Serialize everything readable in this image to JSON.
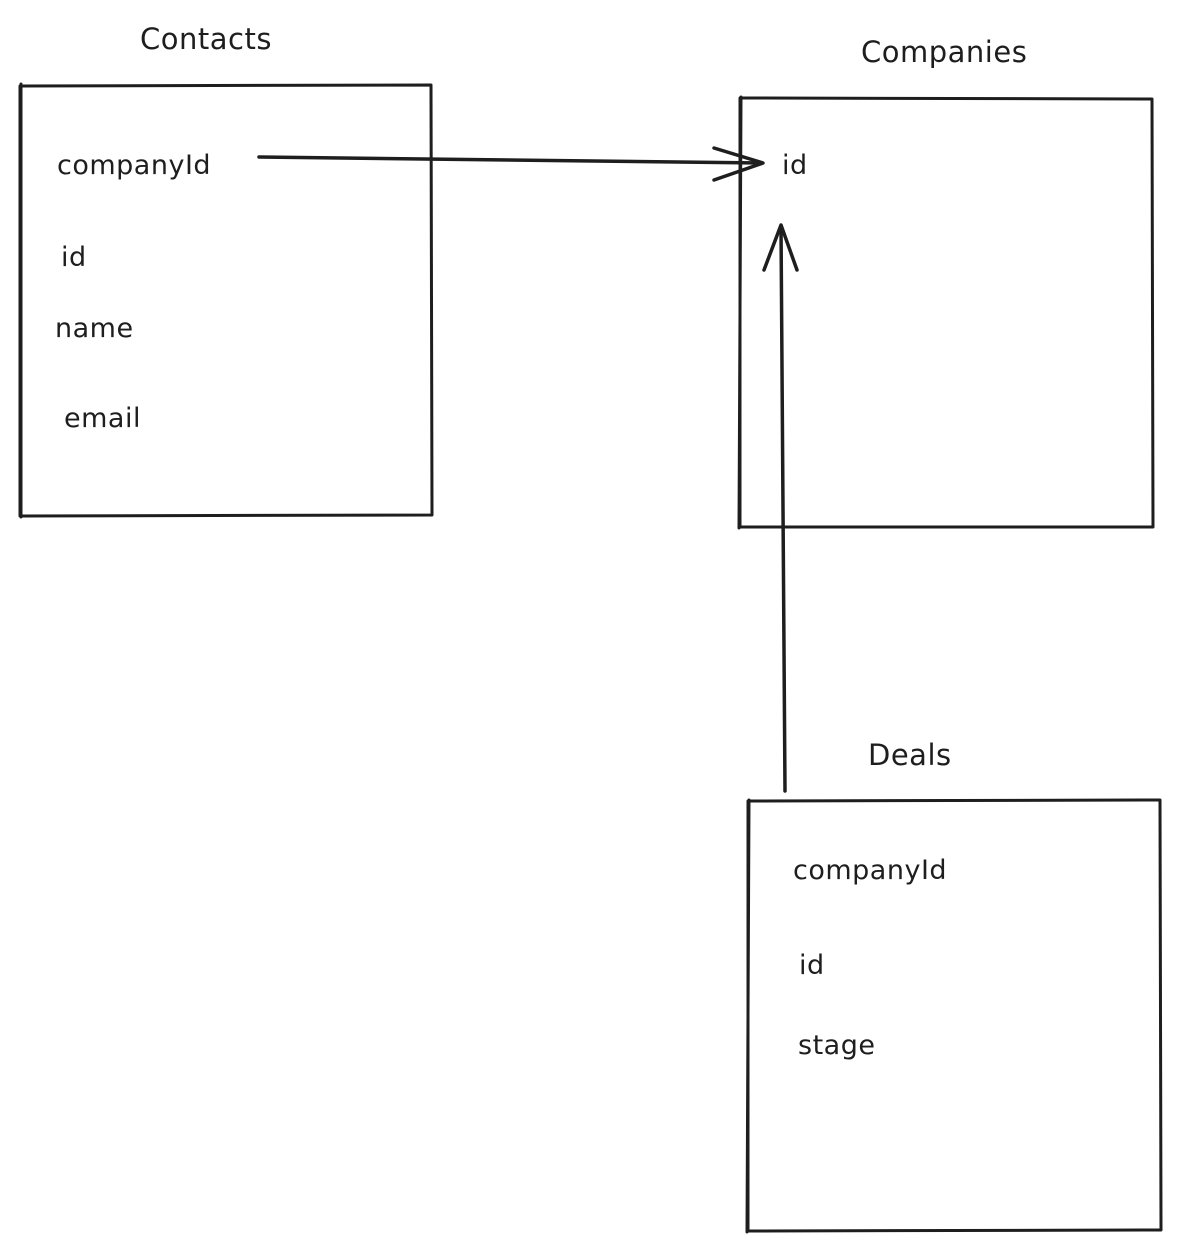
{
  "colors": {
    "stroke": "#1e1e1e",
    "background": "#ffffff"
  },
  "tables": {
    "contacts": {
      "title": "Contacts",
      "fields": [
        "companyId",
        "id",
        "name",
        "email"
      ]
    },
    "companies": {
      "title": "Companies",
      "fields": [
        "id"
      ]
    },
    "deals": {
      "title": "Deals",
      "fields": [
        "companyId",
        "id",
        "stage"
      ]
    }
  },
  "relations": [
    {
      "from": "contacts.companyId",
      "to": "companies.id"
    },
    {
      "from": "deals.companyId",
      "to": "companies.id"
    }
  ]
}
